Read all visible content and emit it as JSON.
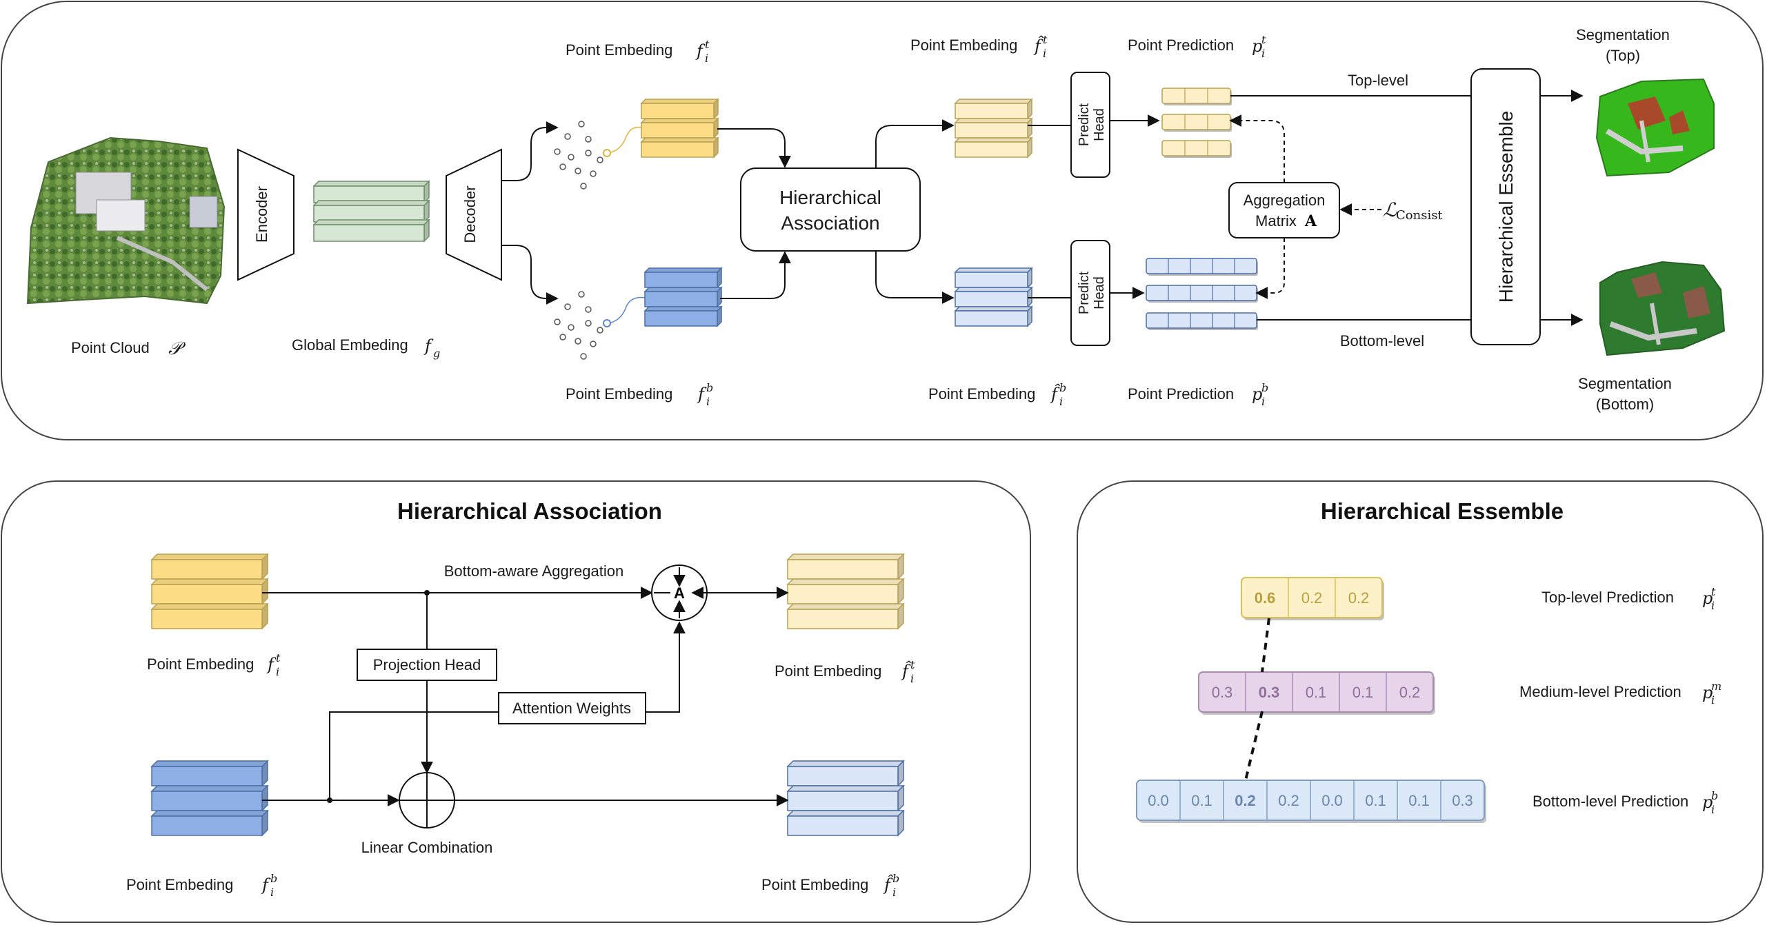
{
  "top": {
    "point_cloud": {
      "label": "Point Cloud",
      "symbol": "𝒫"
    },
    "encoder": "Encoder",
    "decoder": "Decoder",
    "global_embedding": {
      "label": "Global Embeding",
      "symbol": "f",
      "sub": "g"
    },
    "point_embedding_top": {
      "label": "Point Embeding",
      "symbol": "f",
      "sub": "i",
      "sup": "t"
    },
    "point_embedding_bottom": {
      "label": "Point Embeding",
      "symbol": "f",
      "sub": "i",
      "sup": "b"
    },
    "hier_assoc": [
      "Hierarchical",
      "Association"
    ],
    "point_embedding_hat_top": {
      "label": "Point Embeding",
      "symbol": "f̂",
      "sub": "i",
      "sup": "t"
    },
    "point_embedding_hat_bottom": {
      "label": "Point Embeding",
      "symbol": "f̂",
      "sub": "i",
      "sup": "b"
    },
    "predict_head": [
      "Predict",
      "Head"
    ],
    "point_prediction_top": {
      "label": "Point Prediction",
      "symbol": "p",
      "sub": "i",
      "sup": "t"
    },
    "point_prediction_bottom": {
      "label": "Point Prediction",
      "symbol": "p",
      "sub": "i",
      "sup": "b"
    },
    "aggregation": [
      "Aggregation",
      "Matrix"
    ],
    "aggregation_symbol": "A",
    "loss": {
      "symbol": "ℒ",
      "sub": "Consist"
    },
    "top_level": "Top-level",
    "bottom_level": "Bottom-level",
    "hier_ensemble": "Hierarchical Essemble",
    "seg_top": [
      "Segmentation",
      "(Top)"
    ],
    "seg_bottom": [
      "Segmentation",
      "(Bottom)"
    ]
  },
  "association_panel": {
    "title": "Hierarchical Association",
    "bottom_aware": "Bottom-aware Aggregation",
    "projection_head": "Projection Head",
    "attention_weights": "Attention Weights",
    "linear_combination": "Linear Combination",
    "node_label": "A",
    "emb_top_in": {
      "label": "Point Embeding",
      "symbol": "f",
      "sub": "i",
      "sup": "t"
    },
    "emb_bottom_in": {
      "label": "Point Embeding",
      "symbol": "f",
      "sub": "i",
      "sup": "b"
    },
    "emb_top_out": {
      "label": "Point Embeding",
      "symbol": "f̂",
      "sub": "i",
      "sup": "t"
    },
    "emb_bottom_out": {
      "label": "Point Embeding",
      "symbol": "f̂",
      "sub": "i",
      "sup": "b"
    }
  },
  "ensemble_panel": {
    "title": "Hierarchical Essemble",
    "rows": [
      {
        "name": "Top-level Prediction",
        "sup": "t",
        "values": [
          "0.6",
          "0.2",
          "0.2"
        ],
        "highlight": 0,
        "fill": "#fcf1c8",
        "stroke": "#d9bf55",
        "text": "#b89f3e"
      },
      {
        "name": "Medium-level Prediction",
        "sup": "m",
        "values": [
          "0.3",
          "0.3",
          "0.1",
          "0.1",
          "0.2"
        ],
        "highlight": 1,
        "fill": "#e6d5ea",
        "stroke": "#a88bb3",
        "text": "#8f6f9b"
      },
      {
        "name": "Bottom-level Prediction",
        "sup": "b",
        "values": [
          "0.0",
          "0.1",
          "0.2",
          "0.2",
          "0.0",
          "0.1",
          "0.1",
          "0.3"
        ],
        "highlight": 2,
        "fill": "#dbe8f8",
        "stroke": "#7f9cc7",
        "text": "#6b86ad"
      }
    ],
    "symbol": "p",
    "sub": "i"
  },
  "colors": {
    "yellow": "#fcdd86",
    "yellow_light": "#fdf0c8",
    "yellow_stroke": "#b8a050",
    "blue": "#8fb0e6",
    "blue_light": "#dbe7f8",
    "blue_stroke": "#4a6da6",
    "green": "#d7e8d4",
    "green_stroke": "#6b8f66"
  }
}
